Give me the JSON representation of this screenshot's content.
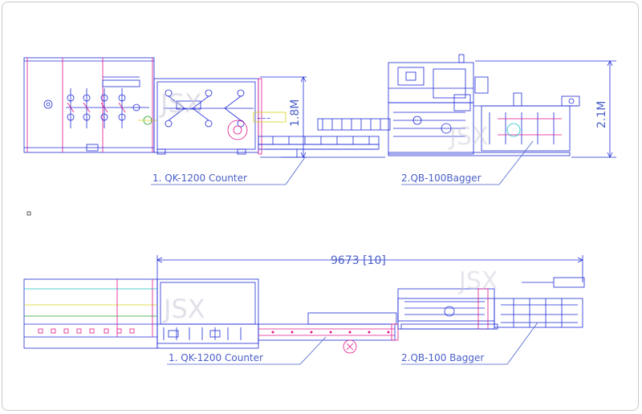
{
  "drawing": {
    "top_view": {
      "height_dim_1": "1.8M",
      "height_dim_2": "2.1M",
      "label_counter": "1. QK-1200 Counter",
      "label_bagger": "2.QB-100Bagger"
    },
    "plan_view": {
      "length_dim": "9673 [10]",
      "label_counter": "1. QK-1200 Counter",
      "label_bagger": "2.QB-100 Bagger"
    },
    "watermark": "JSX"
  },
  "colors": {
    "line_blue": "#1f2bd6",
    "magenta": "#e0168a",
    "label_blue": "#4a5fc8",
    "cyan": "#16c2c8",
    "green": "#28a028",
    "yellow": "#d8d01a"
  }
}
